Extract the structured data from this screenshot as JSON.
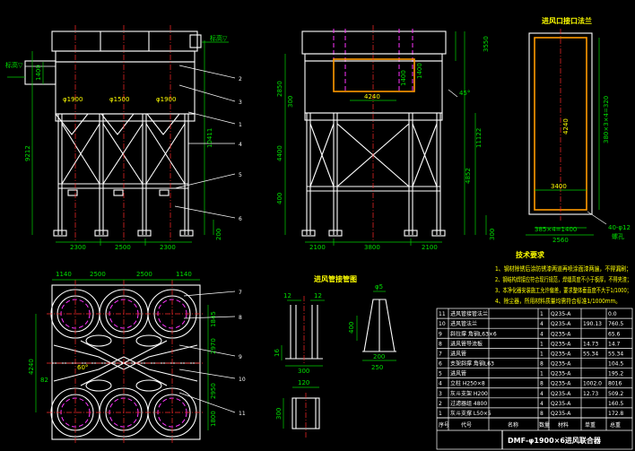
{
  "views": {
    "front": {
      "elev_label": "标高▽",
      "elev_top": "标高▽",
      "dims_h": [
        "2300",
        "2500",
        "2300"
      ],
      "dims_v_left": [
        "1400",
        "9212"
      ],
      "dims_v_right": [
        "10411",
        "200"
      ],
      "ducts": [
        "φ1900",
        "φ1500",
        "φ1900"
      ],
      "callouts": [
        "2",
        "3",
        "1",
        "4",
        "5",
        "6"
      ]
    },
    "side": {
      "dims_top": [
        "3550",
        "1400"
      ],
      "dims_left": [
        "2850",
        "300",
        "4400",
        "400"
      ],
      "dims_right": [
        "11122",
        "4852",
        "300"
      ],
      "dims_bottom": [
        "2100",
        "3800",
        "2100"
      ],
      "mid_dim": "4240",
      "small_dim": "1400",
      "angle": "45°"
    },
    "plan": {
      "dims_top": [
        "1140",
        "2500",
        "2500",
        "1140"
      ],
      "dims_left": [
        "4240",
        "82"
      ],
      "dims_right": [
        "1845",
        "2970",
        "2950",
        "1800"
      ],
      "angle": "60°",
      "callouts": [
        "7",
        "8",
        "9",
        "10",
        "11"
      ]
    },
    "detail_flange": {
      "title": "进风口接口法兰",
      "dims": [
        "380×3×4=320",
        "4240",
        "3400",
        "385×4=1400",
        "40-φ12",
        "2560"
      ],
      "note": "螺孔"
    },
    "detail_column": {
      "title": "进风管接管图",
      "dims": [
        "12",
        "12",
        "16",
        "300"
      ]
    },
    "detail_cone": {
      "dims": [
        "φ5",
        "400",
        "200",
        "250"
      ]
    },
    "detail_small": {
      "dims": [
        "120",
        "300"
      ]
    }
  },
  "tech_notes": {
    "title": "技术要求",
    "lines": [
      "1、钢材除锈后涂防锈漆两道再喷涂面漆两遍，不得漏刷；",
      "2、钢结构焊接应符合现行规范，焊缝高度不小于板厚，不得夹渣；",
      "3、本净化器安装施工允许偏差，要求整体垂直度不大于1/1000；",
      "4、除尘器，所用材料质量均需符合标准1/1000mm。"
    ]
  },
  "bom": {
    "rows": [
      [
        "11",
        "进风管接管法兰",
        "1",
        "Q235-A",
        "",
        "0.0"
      ],
      [
        "10",
        "进风管法兰",
        "4",
        "Q235-A",
        "190.13",
        "760.5"
      ],
      [
        "9",
        "斜拉撑 角钢L63×6",
        "4",
        "Q235-A",
        "",
        "65.6"
      ],
      [
        "8",
        "进风管导流板",
        "1",
        "Q235-A",
        "14.73",
        "14.7"
      ],
      [
        "7",
        "进风管",
        "1",
        "Q235-A",
        "55.34",
        "55.34"
      ],
      [
        "6",
        "支架斜撑 角钢L63",
        "8",
        "Q235-A",
        "",
        "104.5"
      ],
      [
        "5",
        "进风管",
        "1",
        "Q235-A",
        "",
        "195.2"
      ],
      [
        "4",
        "立柱 H250×8",
        "8",
        "Q235-A",
        "1002.0",
        "8016"
      ],
      [
        "3",
        "灰斗支架 H200",
        "4",
        "Q235-A",
        "12.73",
        "509.2"
      ],
      [
        "2",
        "过滤器组 4800",
        "4",
        "Q235-A",
        "",
        "160.5"
      ],
      [
        "1",
        "灰斗支撑 L50×5",
        "8",
        "Q235-A",
        "",
        "172.8"
      ]
    ],
    "header": [
      "序号",
      "代号",
      "名称",
      "数量",
      "材料",
      "单重",
      "总重"
    ],
    "title_block": "DMF-φ1900×6进风联合器"
  }
}
